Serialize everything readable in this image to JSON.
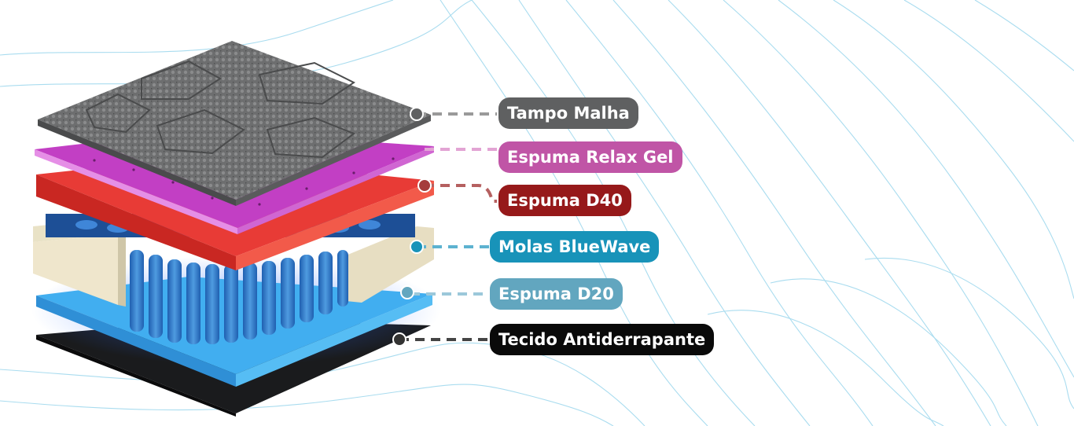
{
  "layers": [
    {
      "label": "Tampo Malha",
      "color": "#5f6061"
    },
    {
      "label": "Espuma Relax Gel",
      "color": "#c055a6"
    },
    {
      "label": "Espuma D40",
      "color": "#96191a"
    },
    {
      "label": "Molas BlueWave",
      "color": "#1893b9"
    },
    {
      "label": "Espuma D20",
      "color": "#62a6bf"
    },
    {
      "label": "Tecido Antiderrapante",
      "color": "#0a0a0a"
    }
  ]
}
